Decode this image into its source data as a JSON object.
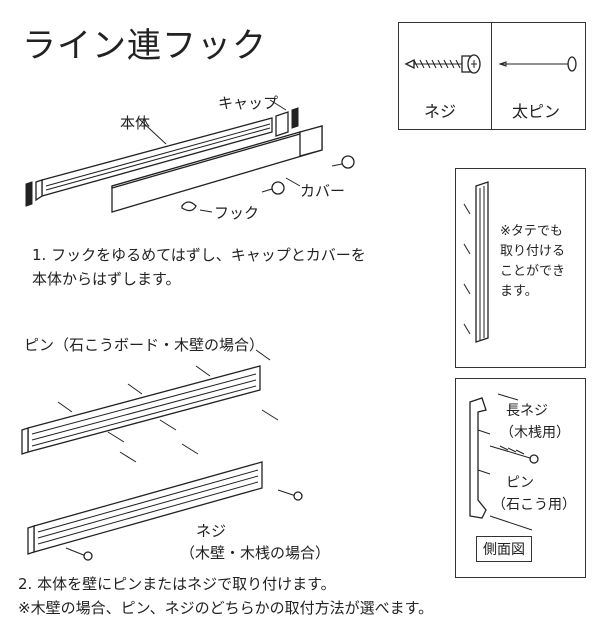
{
  "title": "ライン連フック",
  "legend": {
    "screw": "ネジ",
    "pin": "太ピン"
  },
  "step1": {
    "labels": {
      "body": "本体",
      "cap": "キャップ",
      "cover": "カバー",
      "hook": "フック"
    },
    "instruction_line1": "1. フックをゆるめてはずし、キャップとカバーを",
    "instruction_line2": "本体からはずします。"
  },
  "step2": {
    "pin_caption": "ピン（石こうボード・木壁の場合）",
    "screw_caption_line1": "ネジ",
    "screw_caption_line2": "（木壁・木桟の場合）",
    "instruction": "2. 本体を壁にピンまたはネジで取り付けます。",
    "note": "※木壁の場合、ピン、ネジのどちらかの取付方法が選べます。"
  },
  "vertical_note": {
    "line1": "※タテでも",
    "line2": "取り付ける",
    "line3": "ことができ",
    "line4": "ます。"
  },
  "side_view": {
    "long_screw_line1": "長ネジ",
    "long_screw_line2": "（木桟用）",
    "pin_line1": "ピン",
    "pin_line2": "（石こう用）",
    "caption": "側面図"
  }
}
